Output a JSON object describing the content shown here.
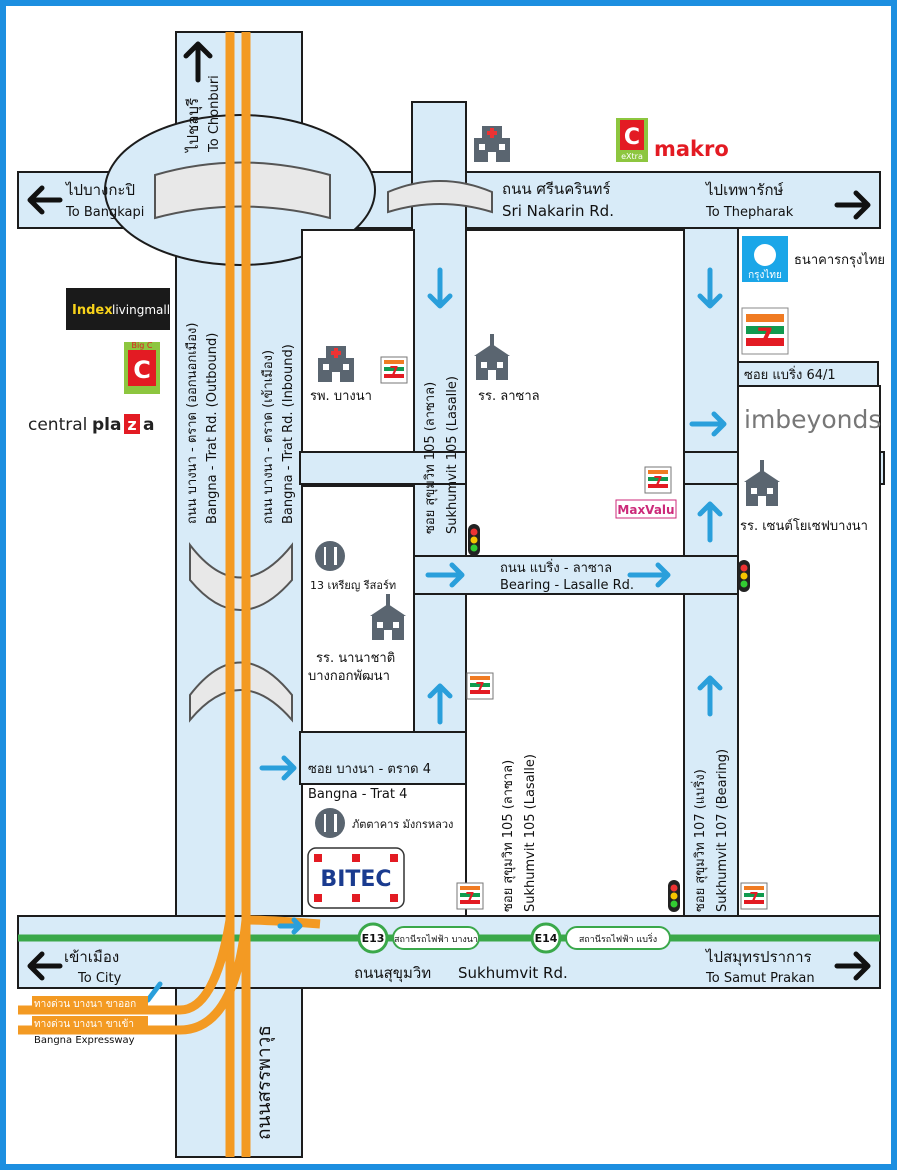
{
  "colors": {
    "frame": "#1d8fe0",
    "road_fill": "#d8ebf8",
    "expressway": "#f39a23",
    "bts_line": "#3aa84a",
    "direction_arrow": "#2a9fdb"
  },
  "directions": {
    "bangkapi_th": "ไปบางกะปิ",
    "bangkapi_en": "To Bangkapi",
    "thepharak_th": "ไปเทพารักษ์",
    "thepharak_en": "To Thepharak",
    "chonburi_th": "ไปชลบุรี",
    "chonburi_en": "To Chonburi",
    "city_th": "เข้าเมือง",
    "city_en": "To City",
    "samutprakan_th": "ไปสมุทรปราการ",
    "samutprakan_en": "To Samut Prakan"
  },
  "roads": {
    "srinakarin_th": "ถนน ศรีนครินทร์",
    "srinakarin_en": "Sri Nakarin Rd.",
    "bangna_out_th": "ถนน บางนา - ตราด (ออกนอกเมือง)",
    "bangna_out_en": "Bangna - Trat Rd. (Outbound)",
    "bangna_in_th": "ถนน บางนา - ตราด (เข้าเมือง)",
    "bangna_in_en": "Bangna - Trat Rd. (Inbound)",
    "lasalle_th": "ซอย สุขุมวิท 105 (ลาซาล)",
    "lasalle_en": "Sukhumvit 105 (Lasalle)",
    "bearing107_th": "ซอย สุขุมวิท 107 (แบริ่ง)",
    "bearing107_en": "Sukhumvit 107 (Bearing)",
    "bearing_lasalle_th": "ถนน แบริ่ง - ลาซาล",
    "bearing_lasalle_en": "Bearing - Lasalle Rd.",
    "soi_bearing64_th": "ซอย แบริ่ง 64/1",
    "soi_bangna4_th": "ซอย บางนา - ตราด 4",
    "soi_bangna4_en": "Bangna - Trat 4",
    "sukhumvit_th": "ถนนสุขุมวิท",
    "sukhumvit_en": "Sukhumvit Rd.",
    "sanphawut_th": "ถนนสรรพาวุธ",
    "exp_out_th": "ทางด่วน บางนา ขาออก",
    "exp_in_th": "ทางด่วน บางนา ขาเข้า",
    "expressway_en": "Bangna Expressway"
  },
  "places": {
    "index": "Index",
    "livingmall": "livingmall",
    "bigc_small": "Big C",
    "central": "central",
    "plaza": "pla",
    "plaza_z": "z",
    "plaza_a": "a",
    "makro": "makro",
    "bigc_extra": "eXtra",
    "ktb_th": "ธนาคารกรุงไทย",
    "ktb_logo_th": "กรุงไทย",
    "imb": "imbeyonds",
    "hosp_bangna_th": "รพ. บางนา",
    "lasalle_school_th": "รร. ลาซาล",
    "stjoseph_th": "รร. เซนต์โยเซฟบางนา",
    "rest13_th": "13 เหรียญ รีสอร์ท",
    "nanachat_th_1": "รร. นานาชาติ",
    "nanachat_th_2": "บางกอกพัฒนา",
    "mangkorn_th": "ภัตตาคาร มังกรหลวง",
    "bitec": "BITEC",
    "maxvalu": "MaxValu",
    "seven_eleven": "7-ELEVEN"
  },
  "bts": {
    "e13_code": "E13",
    "e13_name": "สถานีรถไฟฟ้า บางนา",
    "e14_code": "E14",
    "e14_name": "สถานีรถไฟฟ้า แบริ่ง"
  }
}
